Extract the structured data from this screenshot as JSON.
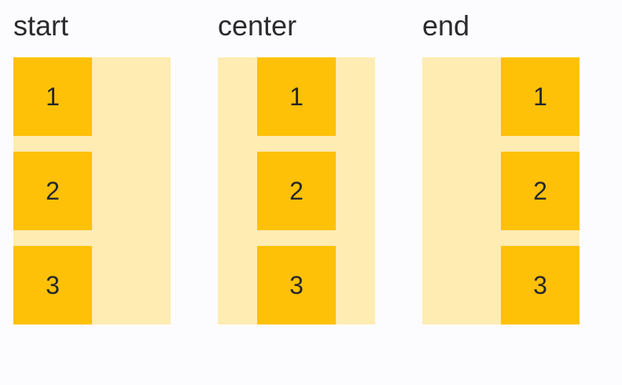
{
  "page": {
    "background": "#fcfcfe"
  },
  "colors": {
    "container_background": "#ffecb3",
    "item_background": "#ffc107",
    "label_text": "#2b2b2e",
    "item_text": "#27272a"
  },
  "demos": [
    {
      "label": "start",
      "alignment": "flex-start",
      "items": [
        "1",
        "2",
        "3"
      ]
    },
    {
      "label": "center",
      "alignment": "center",
      "items": [
        "1",
        "2",
        "3"
      ]
    },
    {
      "label": "end",
      "alignment": "flex-end",
      "items": [
        "1",
        "2",
        "3"
      ]
    }
  ]
}
